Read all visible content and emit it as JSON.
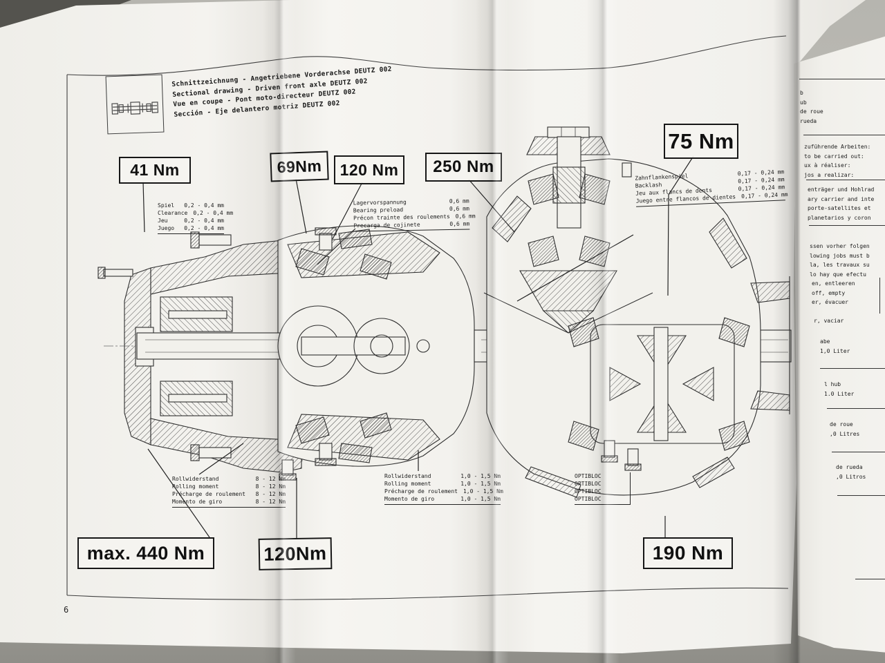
{
  "colors": {
    "paper": "#f2f1ec",
    "backdrop": "#a8a7a1",
    "ink": "#1c1c1c"
  },
  "page": {
    "number": "6"
  },
  "title_block": {
    "icon": "front-axle-pictogram",
    "lines": [
      "Schnittzeichnung - Angetriebene Vorderachse DEUTZ 002",
      "Sectional drawing - Driven front axle DEUTZ 002",
      "Vue en coupe - Pont moto-directeur DEUTZ 002",
      "Sección - Eje delantero motriz DEUTZ 002"
    ]
  },
  "torque_labels": {
    "t41": "41 Nm",
    "t69": "69Nm",
    "t120_top": "120 Nm",
    "t250": "250 Nm",
    "t75": "75 Nm",
    "t440": "max. 440 Nm",
    "t120_bottom": "120Nm",
    "t190": "190 Nm"
  },
  "spec_tables": {
    "clearance": {
      "rows": [
        [
          "Spiel",
          "0,2 - 0,4 mm"
        ],
        [
          "Clearance",
          "0,2 - 0,4 mm"
        ],
        [
          "Jeu",
          "0,2 - 0,4 mm"
        ],
        [
          "Juego",
          "0,2 - 0,4 mm"
        ]
      ]
    },
    "bearing_preload": {
      "rows": [
        [
          "Lagervorspannung",
          "0,6 mm"
        ],
        [
          "Bearing preload",
          "0,6 mm"
        ],
        [
          "Précon trainte des roulements",
          "0,6 mm"
        ],
        [
          "Precarga de cojinete",
          "0,6 mm"
        ]
      ]
    },
    "backlash": {
      "rows": [
        [
          "Zahnflankenspiel",
          "0,17 - 0,24 mm"
        ],
        [
          "Backlash",
          "0,17 - 0,24 mm"
        ],
        [
          "Jeu aux flancs de dents",
          "0,17 - 0,24 mm"
        ],
        [
          "Juego entre flancos de dientes",
          "0,17 - 0,24 mm"
        ]
      ]
    },
    "rolling_moment_hub": {
      "rows": [
        [
          "Rollwiderstand",
          "8 - 12 Nm"
        ],
        [
          "Rolling moment",
          "8 - 12 Nm"
        ],
        [
          "Précharge de roulement",
          "8 - 12 Nm"
        ],
        [
          "Momento de giro",
          "8 - 12 Nm"
        ]
      ]
    },
    "rolling_moment_pinion": {
      "rows": [
        [
          "Rollwiderstand",
          "1,0 - 1,5 Nm"
        ],
        [
          "Rolling moment",
          "1,0 - 1,5 Nm"
        ],
        [
          "Précharge de roulement",
          "1,0 - 1,5 Nm"
        ],
        [
          "Momento de giro",
          "1,0 - 1,5 Nm"
        ]
      ]
    },
    "optibloc": {
      "rows": [
        "OPTIBLOC",
        "OPTIBLOC",
        "OPTIBLOC",
        "OPTIBLOC"
      ]
    }
  },
  "right_page": {
    "block_wheel_hub": [
      "b",
      "ub",
      "de roue",
      "rueda"
    ],
    "block_jobs_header": [
      "zuführende Arbeiten:",
      "to be carried out:",
      "ux à réaliser:",
      "jos a realizar:"
    ],
    "block_carrier": [
      "enträger und Hohlrad",
      "ary carrier and inte",
      "porte-satellites et",
      "planetarios y coron"
    ],
    "block_prior_jobs": [
      "ssen vorher folgen",
      "lowing jobs must b",
      "la, les travaux su",
      "lo hay que efectu"
    ],
    "block_drain": [
      "en, entleeren",
      "off, empty",
      "er, évacuer"
    ],
    "block_drain_es": [
      "r, vaciar"
    ],
    "block_oil_de": [
      "abe",
      "1,0 Liter"
    ],
    "block_oil_en": [
      "l hub",
      "1.0 Liter"
    ],
    "block_oil_fr": [
      "de roue",
      ",0 Litres"
    ],
    "block_oil_es": [
      "de rueda",
      ",0 Litros"
    ]
  }
}
